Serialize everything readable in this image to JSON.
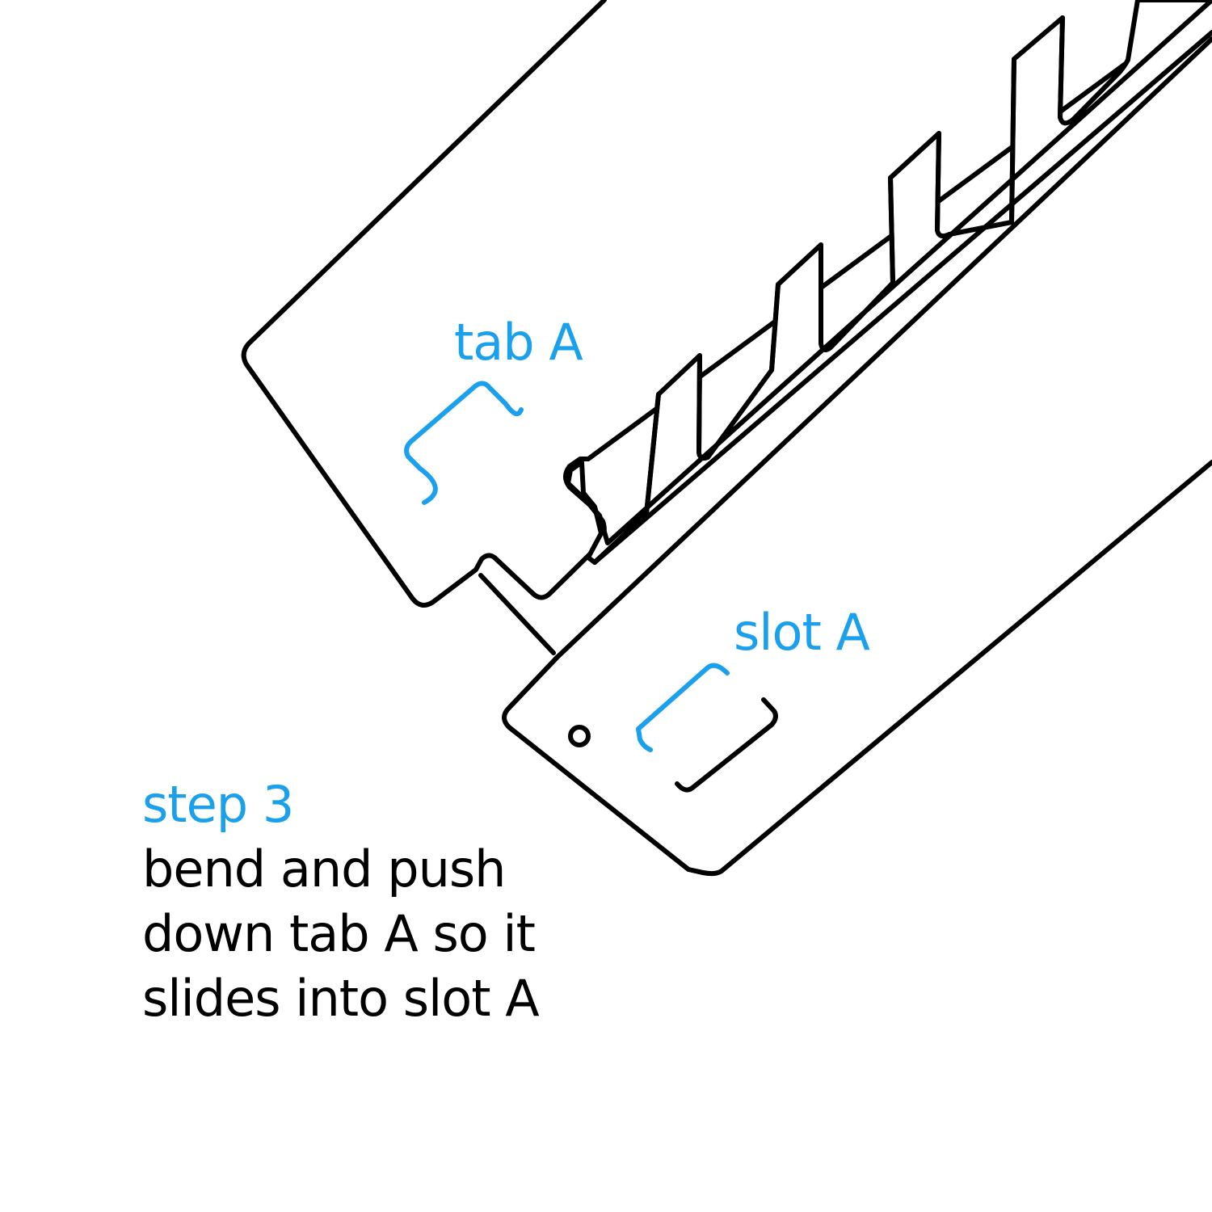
{
  "labels": {
    "tab": "tab A",
    "slot": "slot A"
  },
  "caption": {
    "step": "step 3",
    "body": "bend and push down tab A so it slides into slot A"
  },
  "colors": {
    "accent": "#1aa0ec",
    "line": "#000000",
    "background": "#ffffff"
  }
}
